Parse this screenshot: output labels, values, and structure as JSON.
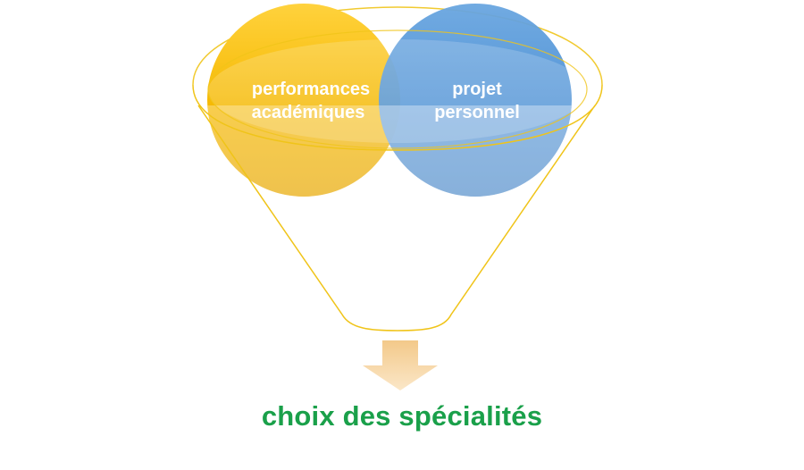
{
  "diagram": {
    "circles": [
      {
        "id": "left",
        "lines": [
          "performances",
          "académiques"
        ],
        "color": "#f5b800"
      },
      {
        "id": "right",
        "lines": [
          "projet",
          "personnel"
        ],
        "color": "#4a8fd4"
      }
    ],
    "funnel_color": "#f0c419",
    "arrow_color": "#f7d9a8",
    "result": {
      "label": "choix des spécialités",
      "color": "#1aa04a"
    }
  }
}
